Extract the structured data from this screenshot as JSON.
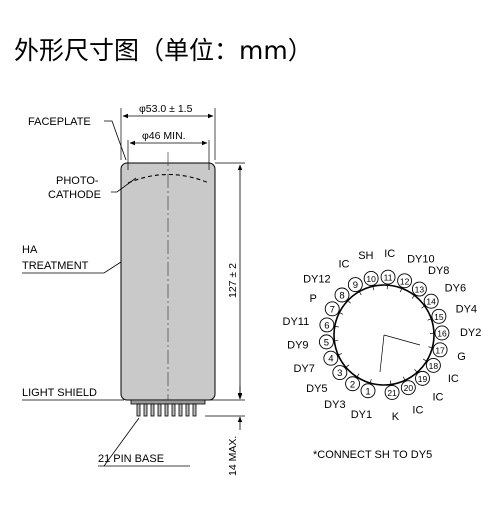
{
  "title": "外形尺寸图（单位：mm）",
  "labels": {
    "faceplate": "FACEPLATE",
    "photo": "PHOTO-",
    "cathode": "CATHODE",
    "ha": "HA",
    "treatment": "TREATMENT",
    "light_shield": "LIGHT SHIELD",
    "pin_base": "21 PIN BASE",
    "dim_diameter": "φ53.0 ± 1.5",
    "dim_min": "φ46 MIN.",
    "dim_height": "127 ± 2",
    "dim_base": "14 MAX.",
    "note": "*CONNECT SH TO DY5"
  },
  "pins": [
    {
      "n": "1",
      "label": "DY1"
    },
    {
      "n": "2",
      "label": "DY3"
    },
    {
      "n": "3",
      "label": "DY5"
    },
    {
      "n": "4",
      "label": "DY7"
    },
    {
      "n": "5",
      "label": "DY9"
    },
    {
      "n": "6",
      "label": "DY11"
    },
    {
      "n": "7",
      "label": "P"
    },
    {
      "n": "8",
      "label": "DY12"
    },
    {
      "n": "9",
      "label": "IC"
    },
    {
      "n": "10",
      "label": "SH"
    },
    {
      "n": "11",
      "label": "IC"
    },
    {
      "n": "12",
      "label": "DY10"
    },
    {
      "n": "13",
      "label": "DY8"
    },
    {
      "n": "14",
      "label": "DY6"
    },
    {
      "n": "15",
      "label": "DY4"
    },
    {
      "n": "16",
      "label": "DY2"
    },
    {
      "n": "17",
      "label": "G"
    },
    {
      "n": "18",
      "label": "IC"
    },
    {
      "n": "19",
      "label": "IC"
    },
    {
      "n": "20",
      "label": "IC"
    },
    {
      "n": "21",
      "label": "K"
    }
  ]
}
